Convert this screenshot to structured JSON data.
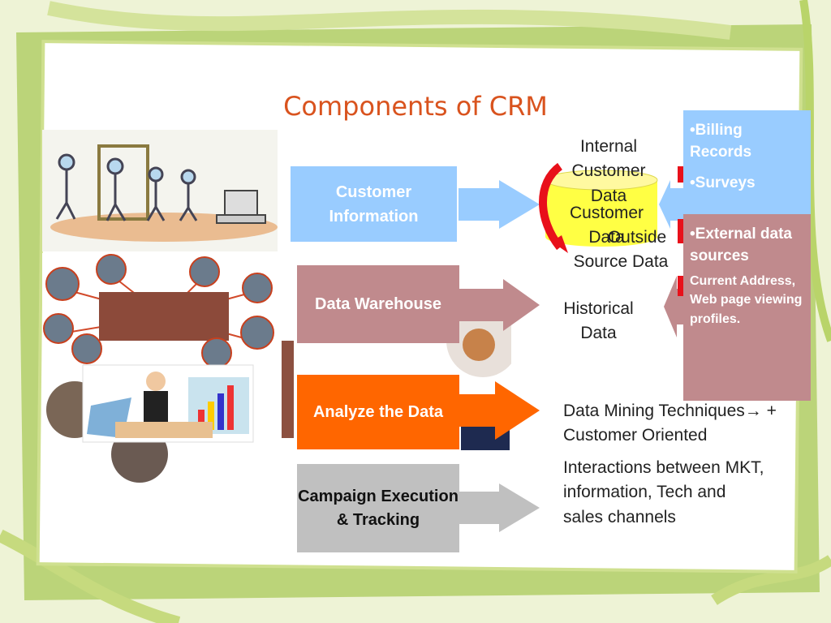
{
  "title": "Components of CRM",
  "stages": {
    "customer_info": "Customer Information",
    "data_warehouse": "Data Warehouse",
    "analyze": "Analyze the Data",
    "campaign": "Campaign Execution & Tracking"
  },
  "sources": {
    "internal": "Internal Customer Data",
    "outside": "Customer Data",
    "outside_overlap": "Outside Source Data",
    "historical": "Historical Data"
  },
  "outputs": {
    "mining": "Data Mining Techniques→ + Customer Oriented",
    "interactions": "Interactions between MKT, information, Tech and sales channels"
  },
  "panel_blue": [
    "Billing Records",
    "Surveys"
  ],
  "panel_red": {
    "heading": "External data sources",
    "detail": "Current Address, Web page viewing profiles."
  },
  "colors": {
    "title": "#d9531e",
    "blue": "#99ccff",
    "rose": "#c08a8d",
    "orange": "#ff6600",
    "grey": "#c0c0c0",
    "cylinder": "#ffff44",
    "red_arrow": "#e8101a"
  }
}
